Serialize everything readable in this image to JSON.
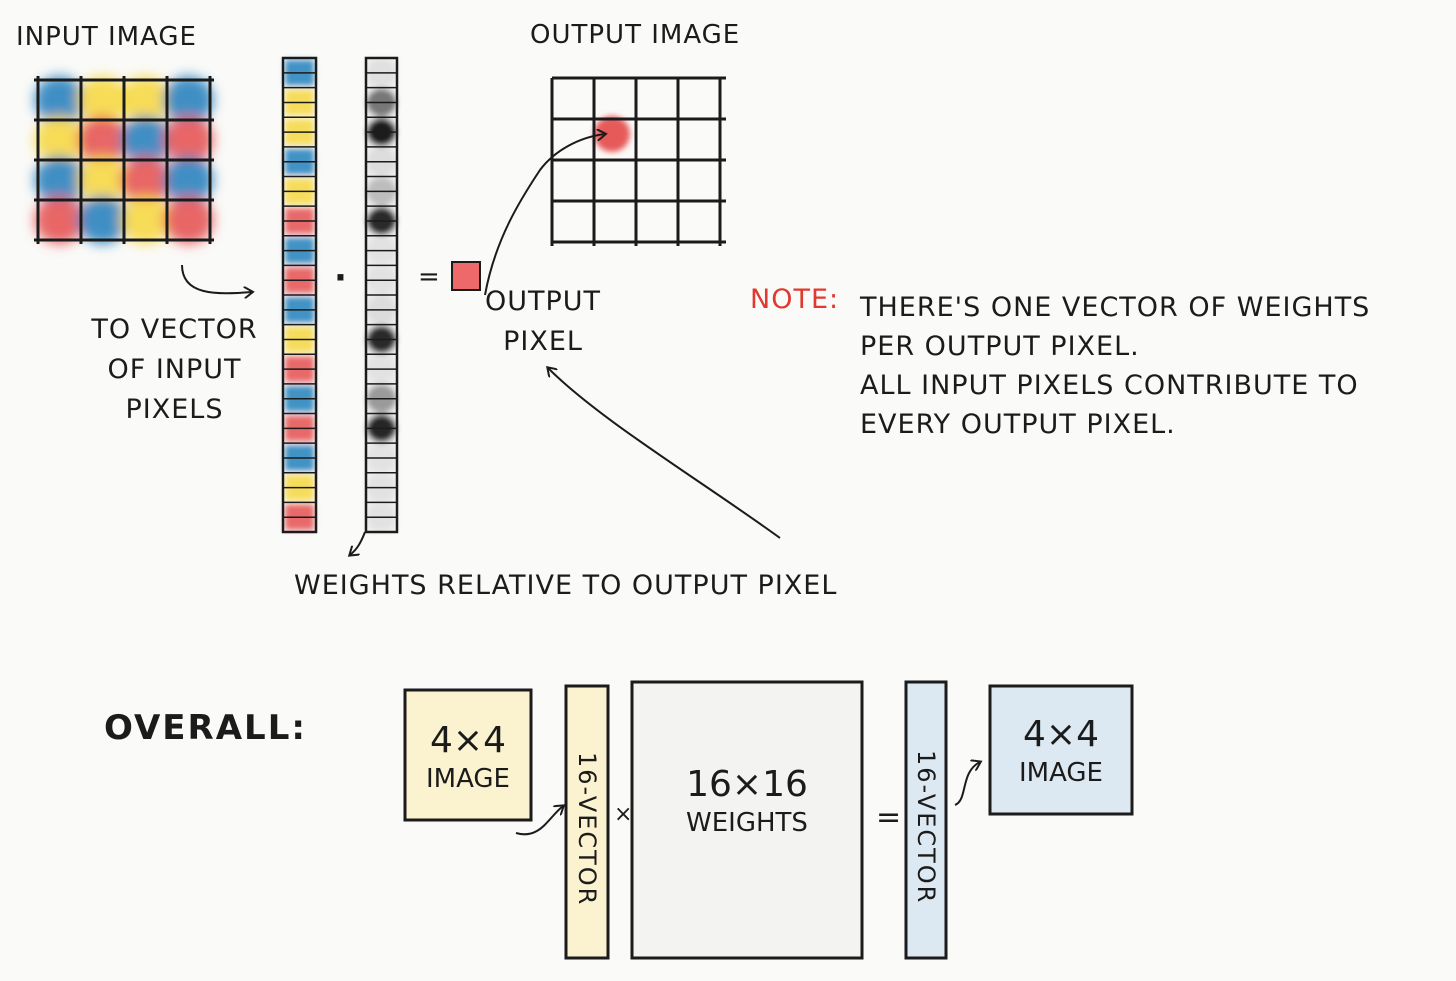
{
  "top": {
    "input_title": "INPUT IMAGE",
    "output_title": "OUTPUT IMAGE",
    "to_vector_label": [
      "TO VECTOR",
      "OF INPUT",
      "PIXELS"
    ],
    "output_pixel_label": [
      "OUTPUT",
      "PIXEL"
    ],
    "weights_caption": "WEIGHTS RELATIVE TO OUTPUT PIXEL",
    "dot_operator": "·",
    "equals_operator": "="
  },
  "note": {
    "word": "NOTE:",
    "lines": [
      "THERE'S ONE VECTOR OF WEIGHTS",
      "PER OUTPUT PIXEL.",
      "ALL INPUT PIXELS CONTRIBUTE TO",
      "EVERY OUTPUT PIXEL."
    ]
  },
  "overall": {
    "label": "OVERALL:",
    "input_box": [
      "4×4",
      "IMAGE"
    ],
    "input_vector": "16-VECTOR",
    "times": "×",
    "weights_box": [
      "16×16",
      "WEIGHTS"
    ],
    "equals": "=",
    "output_vector": "16-VECTOR",
    "output_box": [
      "4×4",
      "IMAGE"
    ]
  },
  "colors": {
    "red": "#e65a5a",
    "yellow": "#f6d94a",
    "blue": "#2f86c0",
    "ink": "#1b1b1b",
    "note": "#e0392f",
    "input_tint": "#fbf2cf",
    "output_tint": "#dce9f2"
  },
  "input_grid_colors": [
    [
      "blue",
      "yellow",
      "yellow",
      "blue"
    ],
    [
      "yellow",
      "red",
      "blue",
      "red"
    ],
    [
      "blue",
      "yellow",
      "red",
      "blue"
    ],
    [
      "red",
      "blue",
      "yellow",
      "red"
    ]
  ],
  "input_vector_colors": [
    "blue",
    "yellow",
    "yellow",
    "blue",
    "yellow",
    "red",
    "blue",
    "red",
    "blue",
    "yellow",
    "red",
    "blue",
    "red",
    "blue",
    "yellow",
    "red"
  ],
  "weight_vector_shades": [
    "#e0e0e0",
    "#777777",
    "#1f1f1f",
    "#dddddd",
    "#bdbdbd",
    "#2a2a2a",
    "#e2e2e2",
    "#e2e2e2",
    "#dcdcdc",
    "#2c2c2c",
    "#e2e2e2",
    "#9a9a9a",
    "#252525",
    "#e2e2e2",
    "#e2e2e2",
    "#e2e2e2"
  ]
}
